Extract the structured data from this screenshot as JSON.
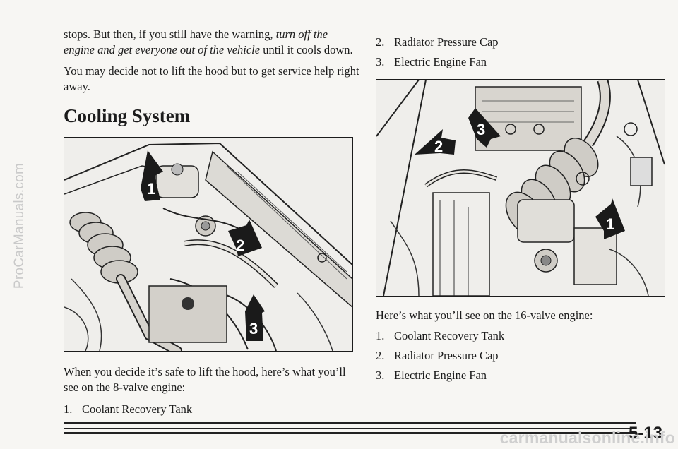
{
  "watermark_left": "ProCarManuals.com",
  "watermark_bottom": "carmanualsonline.info",
  "left": {
    "para1_start": "stops. But then, if you still have the warning, ",
    "para1_italic": "turn off the engine and get everyone out of the vehicle",
    "para1_end": " until it cools down.",
    "para2": "You may decide not to lift the hood but to get service help right away.",
    "section_title": "Cooling System",
    "figure_callouts": [
      "1",
      "2",
      "3"
    ],
    "para3": "When you decide it’s safe to lift the hood, here’s what you’ll see on the 8-valve engine:",
    "list": [
      {
        "num": "1.",
        "text": "Coolant Recovery Tank"
      }
    ]
  },
  "right": {
    "top_list": [
      {
        "num": "2.",
        "text": "Radiator Pressure Cap"
      },
      {
        "num": "3.",
        "text": "Electric Engine Fan"
      }
    ],
    "figure_callouts": [
      "1",
      "2",
      "3"
    ],
    "para": "Here’s what you’ll see on the 16-valve engine:",
    "list": [
      {
        "num": "1.",
        "text": "Coolant Recovery Tank"
      },
      {
        "num": "2.",
        "text": "Radiator Pressure Cap"
      },
      {
        "num": "3.",
        "text": "Electric Engine Fan"
      }
    ]
  },
  "page_number": "5-13"
}
